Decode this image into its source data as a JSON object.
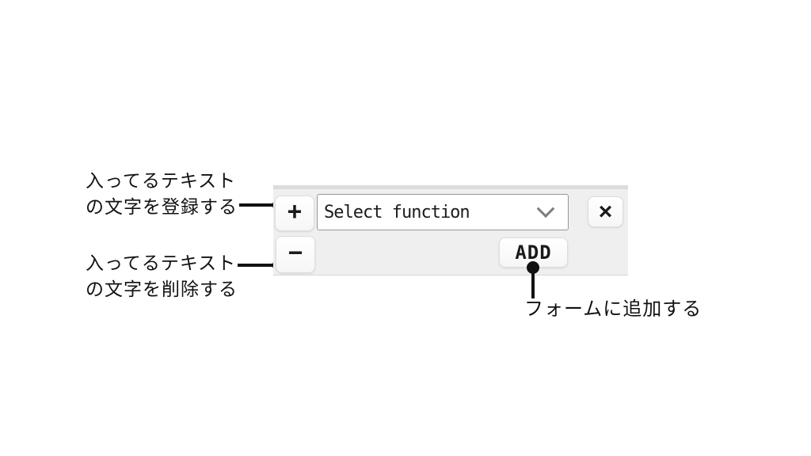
{
  "annotations": {
    "register": {
      "line1": "入ってるテキスト",
      "line2": "の文字を登録する"
    },
    "delete": {
      "line1": "入ってるテキスト",
      "line2": "の文字を削除する"
    },
    "add_to_form": {
      "text": "フォームに追加する"
    }
  },
  "widget": {
    "plus_button_label": "+",
    "minus_button_label": "−",
    "close_button_label": "×",
    "dropdown": {
      "selected_value": "Select function",
      "chevron_icon": "chevron-down"
    },
    "add_button_label": "ADD"
  },
  "colors": {
    "page_background": "#ffffff",
    "panel_background": "#efefef",
    "button_background": "#ffffff",
    "button_border": "#dddddd",
    "dropdown_border": "#979797",
    "annotation_text": "#121212",
    "connector": "#111111"
  }
}
